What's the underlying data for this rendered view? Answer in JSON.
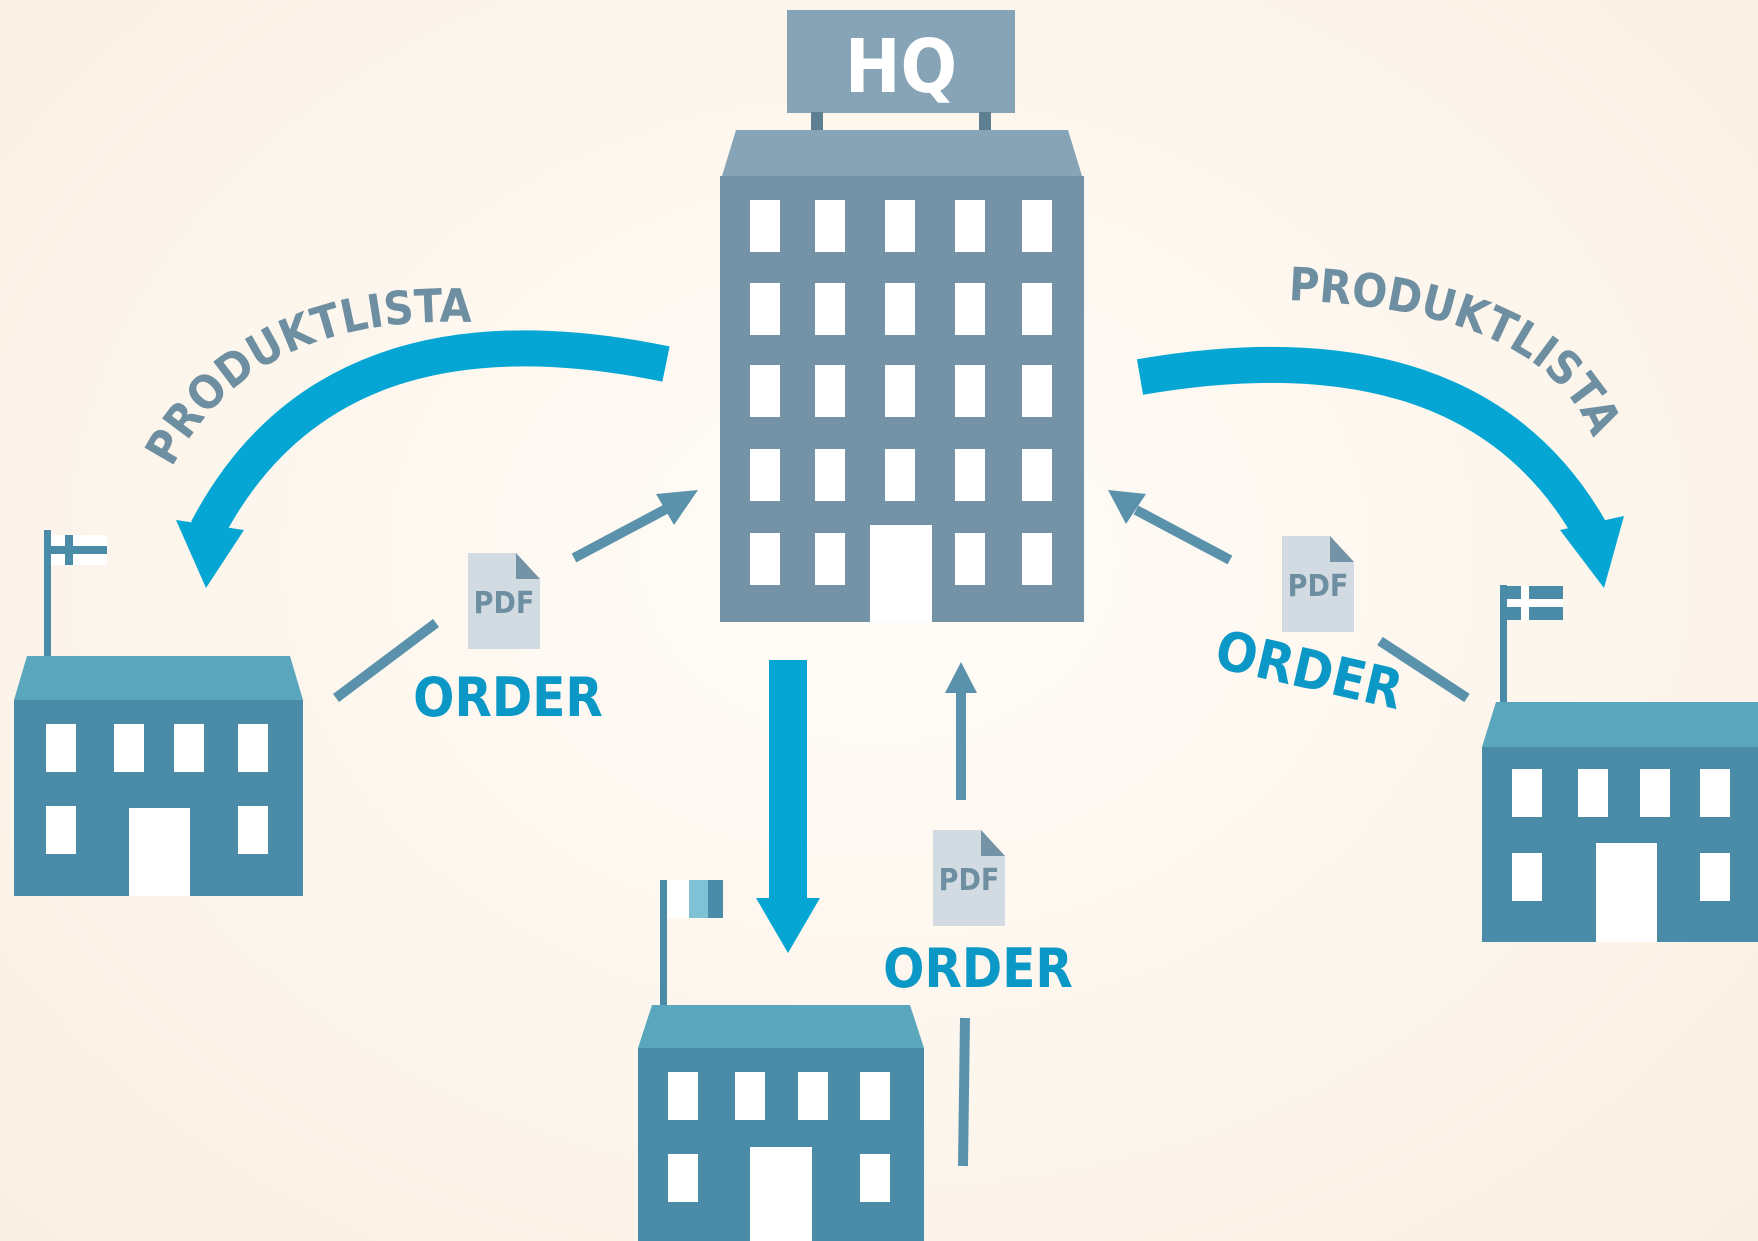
{
  "hq": {
    "sign_text": "HQ"
  },
  "flows": {
    "left_label": "PRODUKTLISTA",
    "right_label": "PRODUKTLISTA",
    "order_left": "ORDER",
    "order_bottom": "ORDER",
    "order_right": "ORDER",
    "pdf_left": "PDF",
    "pdf_bottom": "PDF",
    "pdf_right": "PDF"
  },
  "colors": {
    "background": "#fdf6ee",
    "hq_building": "#7593a6",
    "hq_roof": "#86a4b5",
    "branch_building": "#4a8ba8",
    "branch_roof": "#5aa6bd",
    "arrow_primary": "#05a6d3",
    "arrow_secondary": "#5b92ab",
    "label_grey": "#6e8ea1",
    "order_text": "#0b98c6",
    "pdf_doc": "#d3dbe2"
  },
  "flags": {
    "left": "finland-flag",
    "bottom": "estonia-flag",
    "right": "sweden-flag"
  }
}
